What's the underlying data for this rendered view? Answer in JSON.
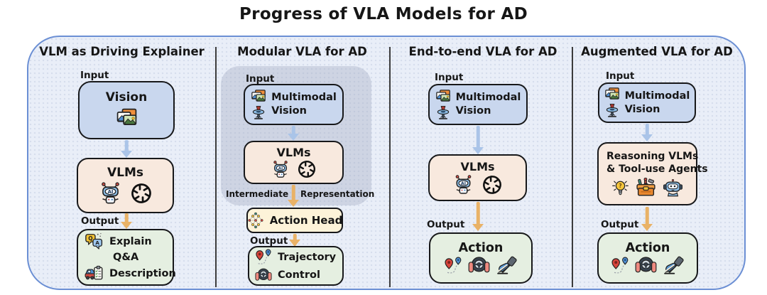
{
  "title": "Progress of VLA Models for AD",
  "icon_glyphs": {
    "ai": "AI",
    "q": "Q",
    "a": "A",
    "question": "?"
  },
  "columns": [
    {
      "header": "VLM as Driving Explainer",
      "input_label": "Input",
      "input_box": {
        "title": "Vision",
        "icon": "images-icon"
      },
      "model_box": {
        "title": "VLMs",
        "icons": [
          "ai-robot-icon",
          "openai-logo-icon"
        ]
      },
      "output_label": "Output",
      "output_box": {
        "lines": [
          "Explain",
          "Q&A",
          "Description"
        ],
        "icons": [
          "qa-chat-icon",
          "car-checklist-icon"
        ]
      }
    },
    {
      "header": "Modular VLA for AD",
      "input_label": "Input",
      "input_box": {
        "line1": "Multimodal",
        "line2": "Vision",
        "icons": [
          "images-icon",
          "lidar-sensor-icon"
        ]
      },
      "model_box": {
        "title": "VLMs",
        "icons": [
          "ai-robot-icon",
          "openai-logo-icon"
        ]
      },
      "intermediate_left": "Intermediate",
      "intermediate_right": "Representation",
      "action_head_box": {
        "title": "Action Head",
        "icon": "neural-network-icon"
      },
      "output_label": "Output",
      "output_box": {
        "lines": [
          "Trajectory",
          "Control"
        ],
        "icons": [
          "trajectory-pins-icon",
          "steering-wheel-icon"
        ]
      }
    },
    {
      "header": "End-to-end VLA for AD",
      "input_label": "Input",
      "input_box": {
        "line1": "Multimodal",
        "line2": "Vision",
        "icons": [
          "images-icon",
          "lidar-sensor-icon"
        ]
      },
      "model_box": {
        "title": "VLMs",
        "icons": [
          "ai-robot-icon",
          "openai-logo-icon"
        ]
      },
      "output_label": "Output",
      "output_box": {
        "title": "Action",
        "icons": [
          "trajectory-pins-icon",
          "steering-wheel-icon",
          "pedal-foot-icon"
        ]
      }
    },
    {
      "header": "Augmented VLA for AD",
      "input_label": "Input",
      "input_box": {
        "line1": "Multimodal",
        "line2": "Vision",
        "icons": [
          "images-icon",
          "lidar-sensor-icon"
        ]
      },
      "model_box": {
        "line1": "Reasoning VLMs",
        "line2": "& Tool-use Agents",
        "icons": [
          "idea-bulb-icon",
          "toolbox-icon",
          "robot-head-icon"
        ]
      },
      "output_label": "Output",
      "output_box": {
        "title": "Action",
        "icons": [
          "trajectory-pins-icon",
          "steering-wheel-icon",
          "pedal-foot-icon"
        ]
      }
    }
  ],
  "colors": {
    "container_border": "#6b8fd4",
    "container_bg": "#e9eef8",
    "module_panel_bg": "#d6dae6",
    "input_box_bg": "#c9d7ee",
    "model_box_bg": "#f8e9de",
    "action_head_bg": "#fdf3d9",
    "output_box_bg": "#e5efe1",
    "arrow_blue": "#aac4e8",
    "arrow_orange": "#e9b267",
    "divider": "#3c3c3c"
  }
}
